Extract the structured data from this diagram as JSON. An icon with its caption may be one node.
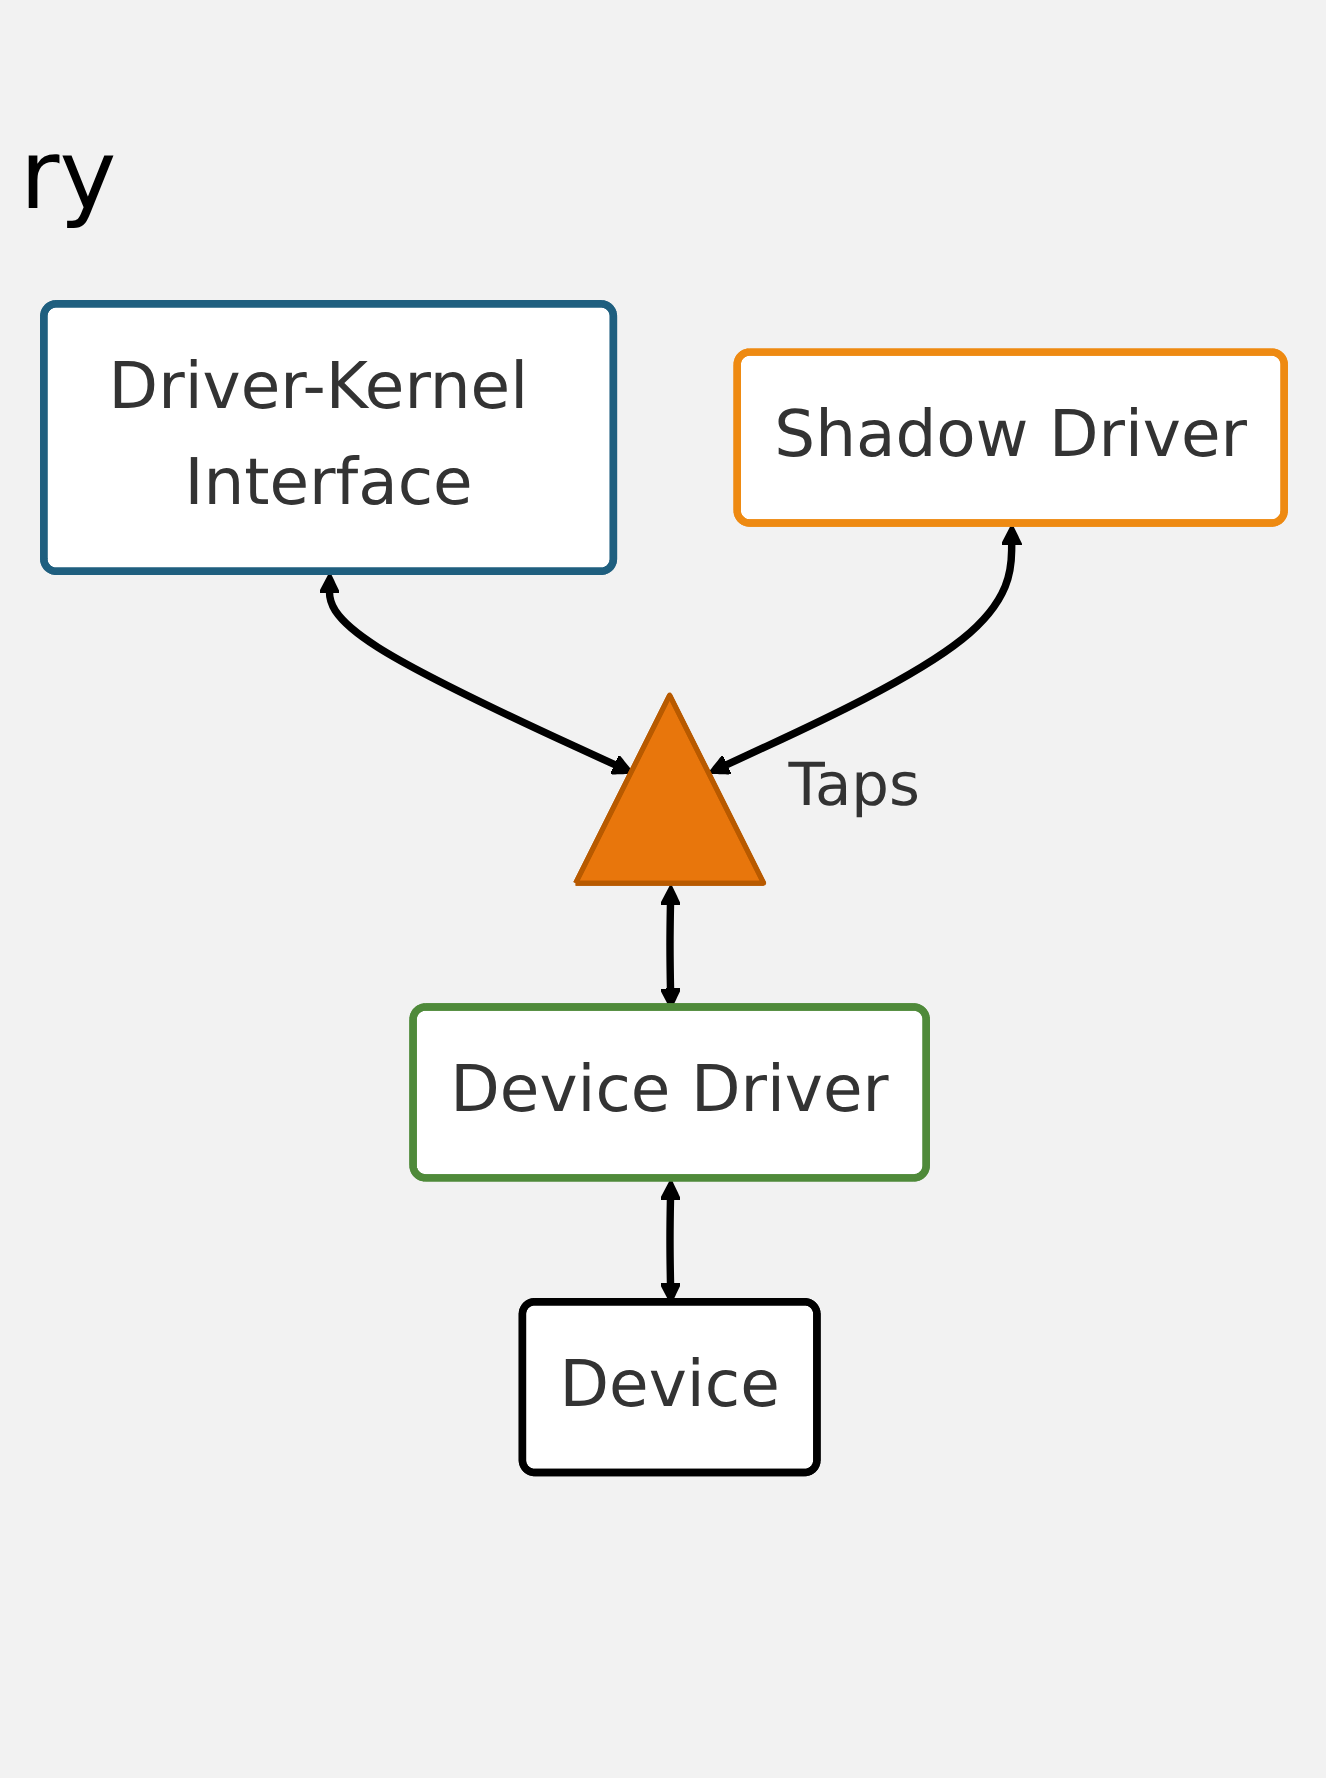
{
  "diagram": {
    "nodes": [
      {
        "text": [
          "Driver-Kernel Interface"
        ]
      },
      {
        "text": [
          "Shadow Driver"
        ]
      },
      {
        "text": [],
        "shape": "triangle",
        "beside": [
          "Taps"
        ]
      },
      {
        "text": [
          "Device Driver"
        ]
      },
      {
        "text": [
          "Device"
        ]
      }
    ],
    "edges": [
      {
        "from": 0,
        "to": 2,
        "arrow": "both"
      },
      {
        "from": 1,
        "to": 2,
        "arrow": "both"
      },
      {
        "from": 2,
        "to": 3,
        "arrow": "both"
      },
      {
        "from": 3,
        "to": 4,
        "arrow": "both"
      }
    ],
    "labels": [
      "ry"
    ]
  }
}
